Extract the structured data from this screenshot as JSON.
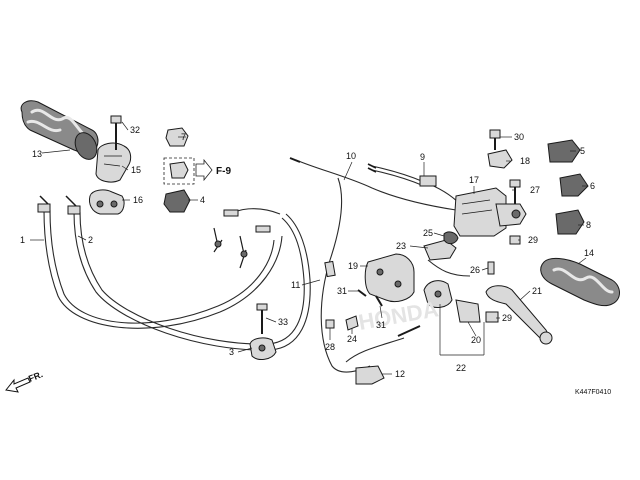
{
  "diagram": {
    "code": "K447F0410",
    "front_arrow": "FR.",
    "reference": "F-9",
    "callouts": [
      "1",
      "2",
      "3",
      "4",
      "5",
      "6",
      "7",
      "8",
      "9",
      "10",
      "11",
      "12",
      "13",
      "14",
      "15",
      "16",
      "17",
      "18",
      "19",
      "20",
      "21",
      "22",
      "23",
      "24",
      "25",
      "26",
      "27",
      "28",
      "29",
      "29",
      "30",
      "31",
      "31",
      "32",
      "33"
    ]
  }
}
